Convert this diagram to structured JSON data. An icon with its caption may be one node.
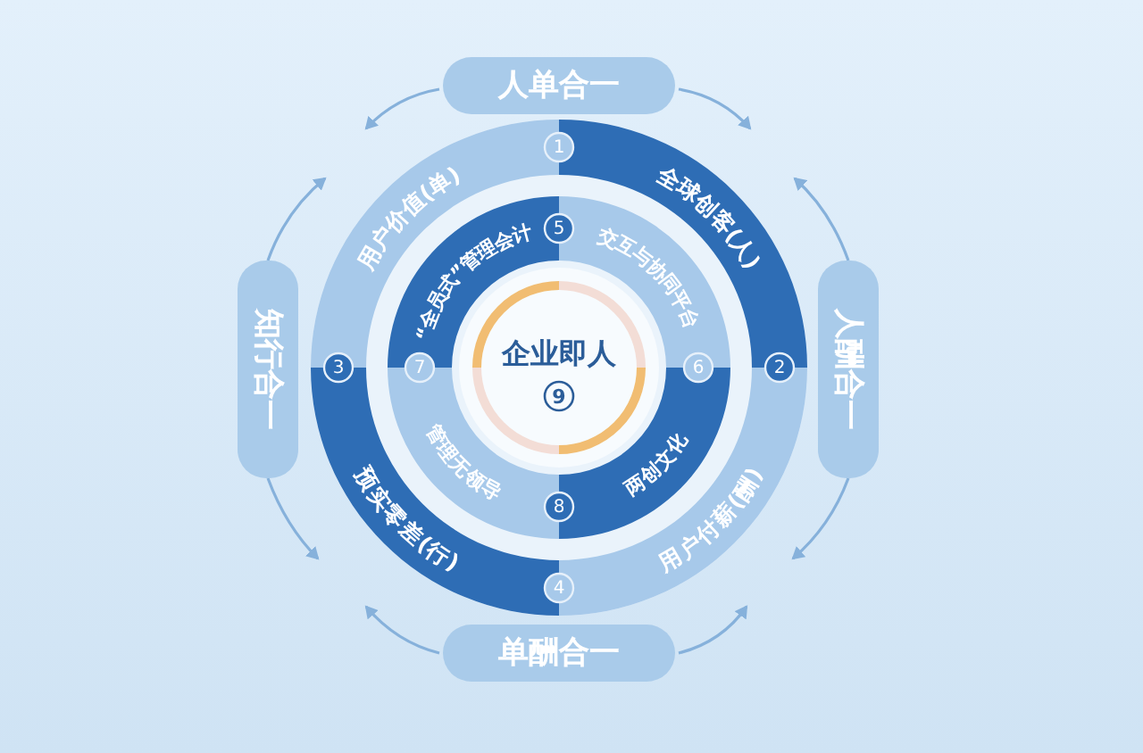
{
  "diagram": {
    "nodes": [
      {
        "text": [
          "人单合一"
        ]
      },
      {
        "text": [
          "知行合一"
        ]
      },
      {
        "text": [
          "人酬合一"
        ]
      },
      {
        "text": [
          "单酬合一"
        ]
      },
      {
        "text": [
          "用户价值(单)"
        ]
      },
      {
        "text": [
          "全球创客(人)"
        ]
      },
      {
        "text": [
          "预实零差(行)"
        ]
      },
      {
        "text": [
          "用户付薪(酬)"
        ]
      },
      {
        "text": [
          "“全员式”管理会计"
        ]
      },
      {
        "text": [
          "交互与协同平台"
        ]
      },
      {
        "text": [
          "管理无领导"
        ]
      },
      {
        "text": [
          "两创文化"
        ]
      },
      {
        "text": [
          "企业即人",
          "9"
        ]
      }
    ],
    "edges": [
      {
        "from": 0,
        "to": null,
        "arrow": "to"
      },
      {
        "from": 0,
        "to": null,
        "arrow": "to"
      },
      {
        "from": 1,
        "to": null,
        "arrow": "to"
      },
      {
        "from": 2,
        "to": null,
        "arrow": "to"
      },
      {
        "from": 1,
        "to": null,
        "arrow": "to"
      },
      {
        "from": 2,
        "to": null,
        "arrow": "to"
      },
      {
        "from": 3,
        "to": null,
        "arrow": "to"
      },
      {
        "from": 3,
        "to": null,
        "arrow": "to"
      }
    ],
    "labels": [
      "1",
      "2",
      "3",
      "4",
      "5",
      "6",
      "7",
      "8"
    ]
  }
}
